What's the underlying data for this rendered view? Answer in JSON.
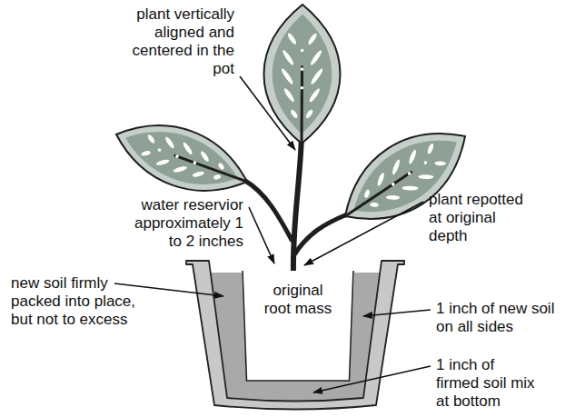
{
  "diagram": {
    "nodes": [
      {
        "text": [
          "original root mass"
        ]
      }
    ],
    "labels": [
      "plant vertically aligned and centered in the pot",
      "water reservior approximately 1 to 2 inches",
      "new soil firmly packed into place, but not to excess",
      "plant repotted at original depth",
      "1 inch of new soil on all sides",
      "1 inch of firmed soil mix at bottom"
    ]
  }
}
